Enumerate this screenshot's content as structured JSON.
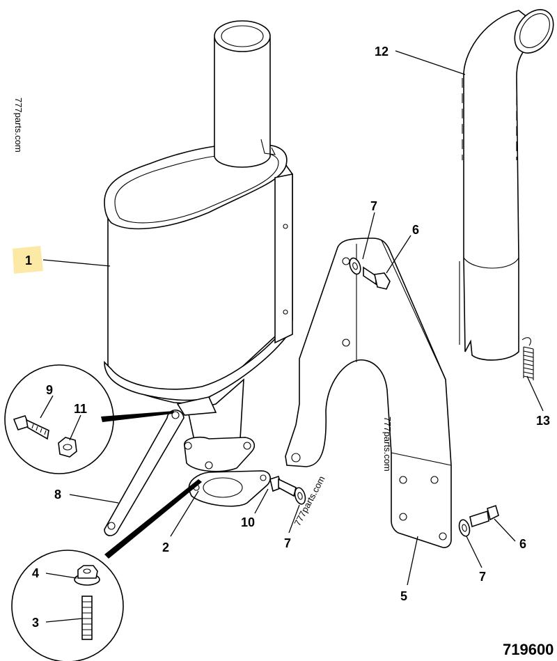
{
  "diagram": {
    "reference_number": "719600",
    "watermark": "777parts.com",
    "highlight_color": "#fde9a6",
    "callouts": [
      {
        "id": "c1",
        "label": "1"
      },
      {
        "id": "c2",
        "label": "2"
      },
      {
        "id": "c3",
        "label": "3"
      },
      {
        "id": "c4",
        "label": "4"
      },
      {
        "id": "c5",
        "label": "5"
      },
      {
        "id": "c6a",
        "label": "6"
      },
      {
        "id": "c6b",
        "label": "6"
      },
      {
        "id": "c7a",
        "label": "7"
      },
      {
        "id": "c7b",
        "label": "7"
      },
      {
        "id": "c7c",
        "label": "7"
      },
      {
        "id": "c8",
        "label": "8"
      },
      {
        "id": "c9",
        "label": "9"
      },
      {
        "id": "c10",
        "label": "10"
      },
      {
        "id": "c11",
        "label": "11"
      },
      {
        "id": "c12",
        "label": "12"
      },
      {
        "id": "c13",
        "label": "13"
      }
    ]
  }
}
